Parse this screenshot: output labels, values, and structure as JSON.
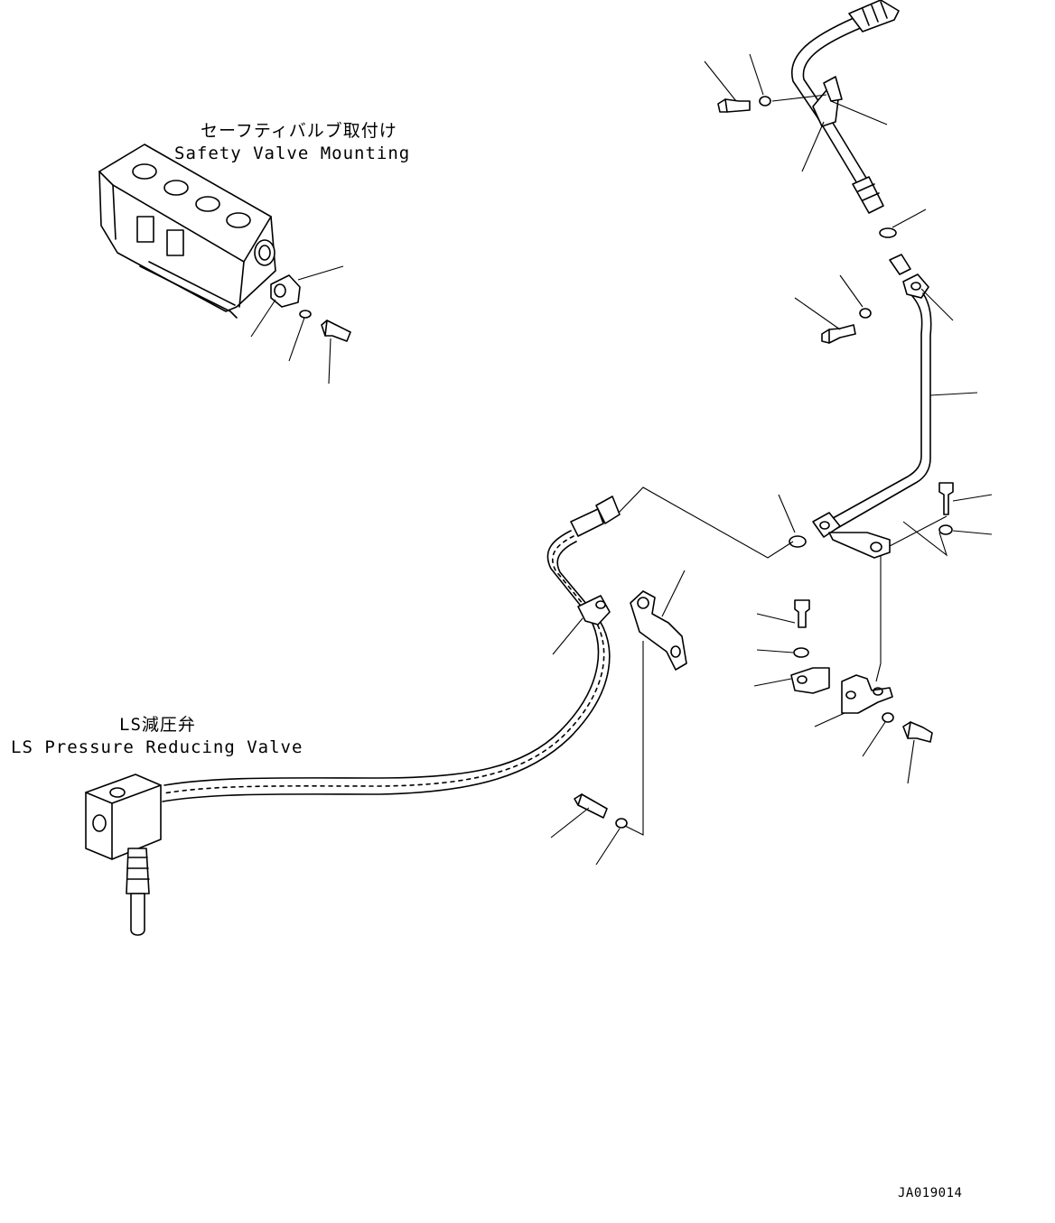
{
  "labels": {
    "safety_valve_jp": "セーフティバルブ取付け",
    "safety_valve_en": "Safety Valve Mounting",
    "ls_valve_jp": "LS減圧弁",
    "ls_valve_en": "LS Pressure Reducing Valve",
    "drawing_code": "JA019014"
  }
}
